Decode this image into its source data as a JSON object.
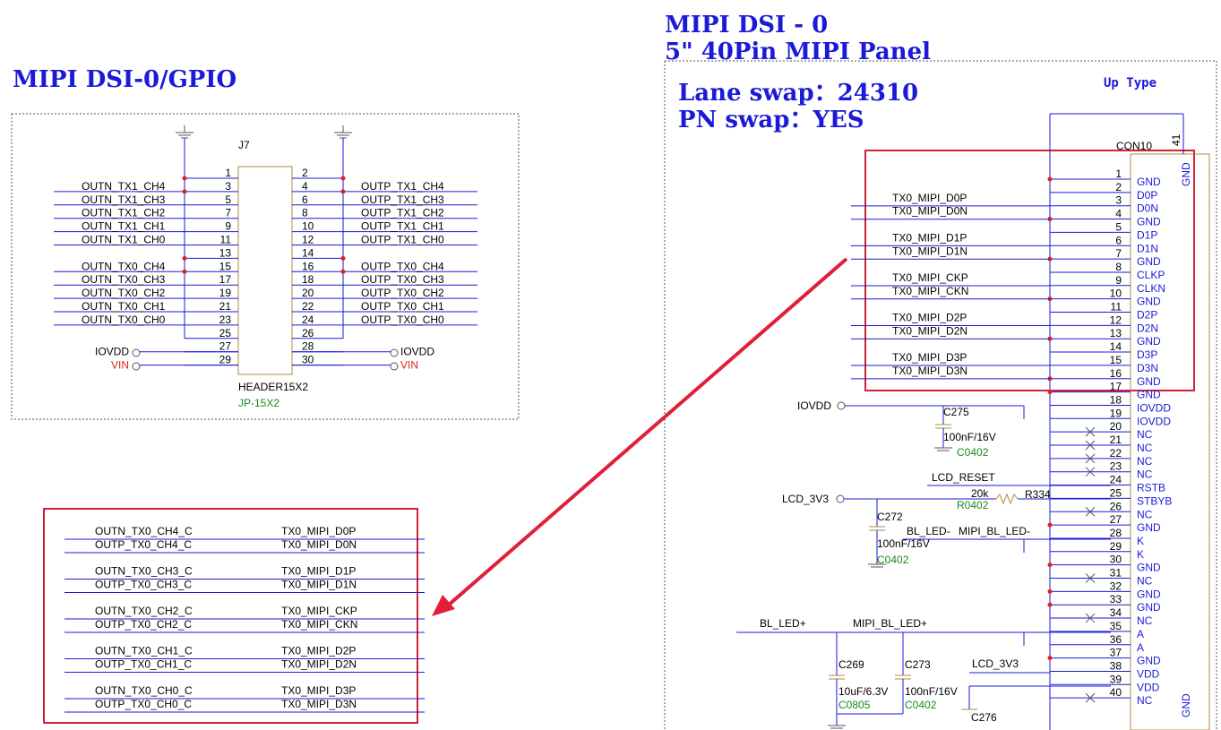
{
  "left_title": "MIPI DSI-0/GPIO",
  "right_title_1": "MIPI DSI - 0",
  "right_title_2": "5\"  40Pin MIPI Panel",
  "lane_swap": "Lane swap：24310",
  "pn_swap": "PN swap：YES",
  "up_type": "Up Type",
  "j7": {
    "ref": "J7",
    "part": "HEADER15X2",
    "footprint": "JP-15X2",
    "left_pins": [
      "1",
      "3",
      "5",
      "7",
      "9",
      "11",
      "13",
      "15",
      "17",
      "19",
      "21",
      "23",
      "25",
      "27",
      "29"
    ],
    "right_pins": [
      "2",
      "4",
      "6",
      "8",
      "10",
      "12",
      "14",
      "16",
      "18",
      "20",
      "22",
      "24",
      "26",
      "28",
      "30"
    ],
    "left_nets": [
      "",
      "OUTN_TX1_CH4",
      "OUTN_TX1_CH3",
      "OUTN_TX1_CH2",
      "OUTN_TX1_CH1",
      "OUTN_TX1_CH0",
      "",
      "OUTN_TX0_CH4",
      "OUTN_TX0_CH3",
      "OUTN_TX0_CH2",
      "OUTN_TX0_CH1",
      "OUTN_TX0_CH0",
      "",
      "IOVDD",
      "VIN"
    ],
    "right_nets": [
      "",
      "OUTP_TX1_CH4",
      "OUTP_TX1_CH3",
      "OUTP_TX1_CH2",
      "OUTP_TX1_CH1",
      "OUTP_TX1_CH0",
      "",
      "OUTP_TX0_CH4",
      "OUTP_TX0_CH3",
      "OUTP_TX0_CH2",
      "OUTP_TX0_CH1",
      "OUTP_TX0_CH0",
      "",
      "IOVDD",
      "VIN"
    ]
  },
  "mapping": [
    [
      "OUTN_TX0_CH4_C",
      "TX0_MIPI_D0P"
    ],
    [
      "OUTP_TX0_CH4_C",
      "TX0_MIPI_D0N"
    ],
    [
      "OUTN_TX0_CH3_C",
      "TX0_MIPI_D1P"
    ],
    [
      "OUTP_TX0_CH3_C",
      "TX0_MIPI_D1N"
    ],
    [
      "OUTN_TX0_CH2_C",
      "TX0_MIPI_CKP"
    ],
    [
      "OUTP_TX0_CH2_C",
      "TX0_MIPI_CKN"
    ],
    [
      "OUTN_TX0_CH1_C",
      "TX0_MIPI_D2P"
    ],
    [
      "OUTP_TX0_CH1_C",
      "TX0_MIPI_D2N"
    ],
    [
      "OUTN_TX0_CH0_C",
      "TX0_MIPI_D3P"
    ],
    [
      "OUTP_TX0_CH0_C",
      "TX0_MIPI_D3N"
    ]
  ],
  "con10": {
    "ref": "CON10",
    "pin41": "41",
    "gnd_side": "GND",
    "pins": [
      "1",
      "2",
      "3",
      "4",
      "5",
      "6",
      "7",
      "8",
      "9",
      "10",
      "11",
      "12",
      "13",
      "14",
      "15",
      "16",
      "17",
      "18",
      "19",
      "20",
      "21",
      "22",
      "23",
      "24",
      "25",
      "26",
      "27",
      "28",
      "29",
      "30",
      "31",
      "32",
      "33",
      "34",
      "35",
      "36",
      "37",
      "38",
      "39",
      "40"
    ],
    "names": [
      "GND",
      "D0P",
      "D0N",
      "GND",
      "D1P",
      "D1N",
      "GND",
      "CLKP",
      "CLKN",
      "GND",
      "D2P",
      "D2N",
      "GND",
      "D3P",
      "D3N",
      "GND",
      "GND",
      "IOVDD",
      "IOVDD",
      "NC",
      "NC",
      "NC",
      "NC",
      "RSTB",
      "STBYB",
      "NC",
      "GND",
      "K",
      "K",
      "GND",
      "NC",
      "GND",
      "GND",
      "NC",
      "A",
      "A",
      "GND",
      "VDD",
      "VDD",
      "NC"
    ]
  },
  "panel_nets": [
    "TX0_MIPI_D0P",
    "TX0_MIPI_D0N",
    "TX0_MIPI_D1P",
    "TX0_MIPI_D1N",
    "TX0_MIPI_CKP",
    "TX0_MIPI_CKN",
    "TX0_MIPI_D2P",
    "TX0_MIPI_D2N",
    "TX0_MIPI_D3P",
    "TX0_MIPI_D3N"
  ],
  "parts": {
    "iovdd": "IOVDD",
    "c275": "C275",
    "c275_val": "100nF/16V",
    "c275_pkg": "C0402",
    "lcd_reset": "LCD_RESET",
    "lcd_3v3": "LCD_3V3",
    "r334_val": "20k",
    "r334": "R334",
    "r334_pkg": "R0402",
    "c272": "C272",
    "c272_val": "100nF/16V",
    "c272_pkg": "C0402",
    "bl_led_minus": "BL_LED-",
    "mipi_bl_led_minus": "MIPI_BL_LED-",
    "bl_led_plus": "BL_LED+",
    "mipi_bl_led_plus": "MIPI_BL_LED+",
    "c269": "C269",
    "c269_val": "10uF/6.3V",
    "c269_pkg": "C0805",
    "c273": "C273",
    "c273_val": "100nF/16V",
    "c273_pkg": "C0402",
    "lcd_3v3_b": "LCD_3V3",
    "c276": "C276"
  },
  "colors": {
    "wire": "#1a1ad8",
    "dot": "#e02020",
    "frame": "#d0203a",
    "body": "#b08a40",
    "arrow": "#e0203a",
    "pkg": "#1a8a1a"
  }
}
